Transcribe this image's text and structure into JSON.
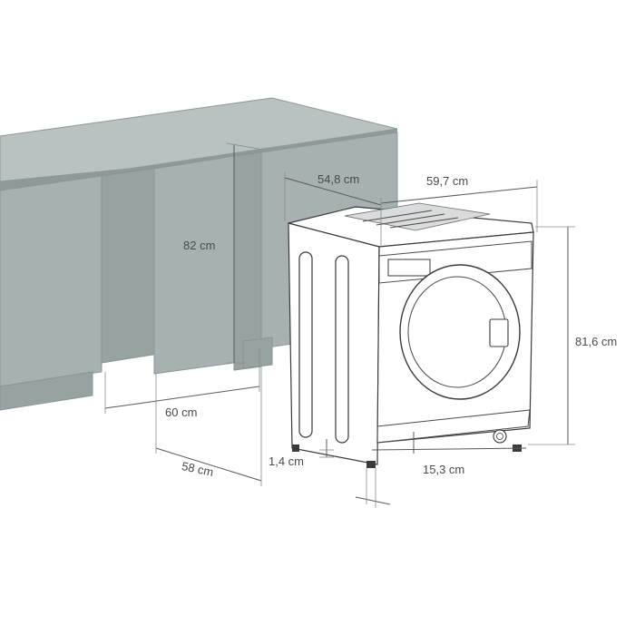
{
  "dimensions": {
    "cabinet_height": "82 cm",
    "niche_width": "60 cm",
    "niche_depth": "58 cm",
    "machine_depth": "54,8 cm",
    "machine_width": "59,7 cm",
    "machine_height": "81,6 cm",
    "foot_height": "1,4 cm",
    "plinth_clearance": "15,3 cm"
  },
  "colors": {
    "cabinet": "#a7b1b1",
    "machine_outline": "#3a3a3a",
    "dimension_text": "#4a4a4a"
  }
}
